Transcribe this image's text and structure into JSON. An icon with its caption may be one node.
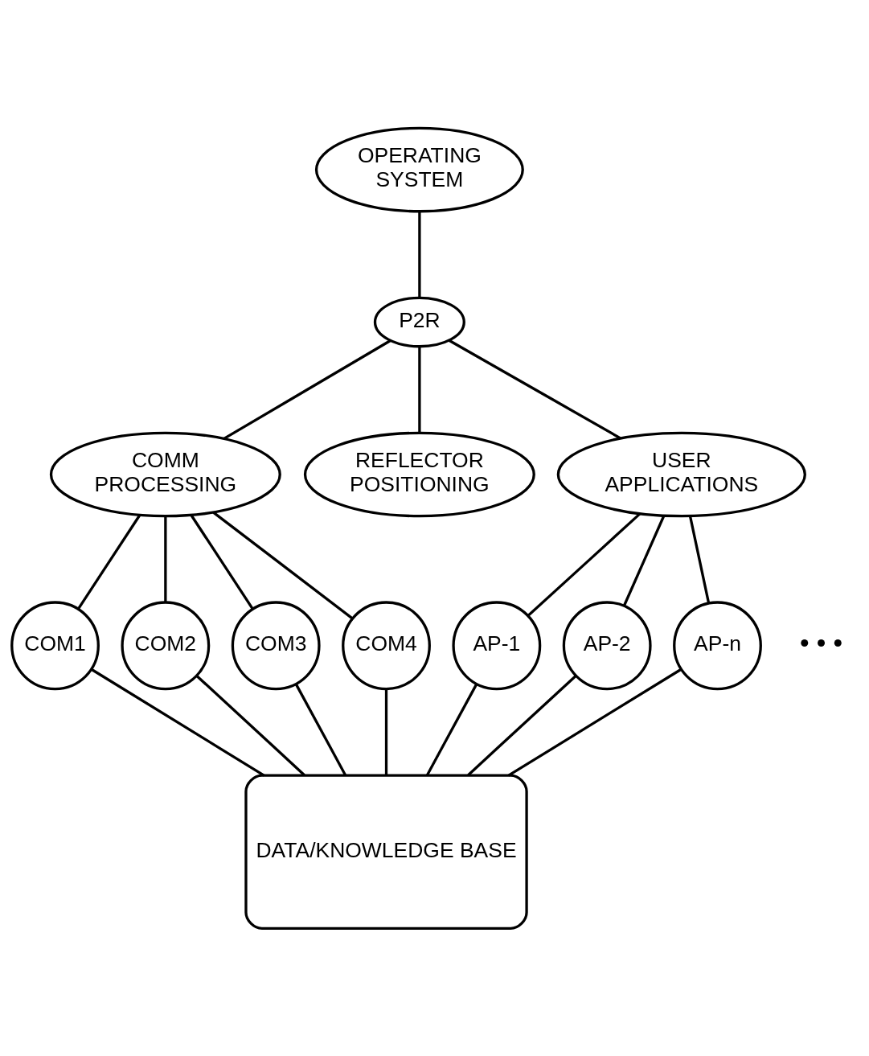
{
  "diagram": {
    "nodes": [
      {
        "text": [
          "OPERATING SYSTEM"
        ]
      },
      {
        "text": [
          "P2R"
        ]
      },
      {
        "text": [
          "COMM PROCESSING"
        ]
      },
      {
        "text": [
          "REFLECTOR POSITIONING"
        ]
      },
      {
        "text": [
          "USER APPLICATIONS"
        ]
      },
      {
        "text": [
          "COM1"
        ]
      },
      {
        "text": [
          "COM2"
        ]
      },
      {
        "text": [
          "COM3"
        ]
      },
      {
        "text": [
          "COM4"
        ]
      },
      {
        "text": [
          "AP-1"
        ]
      },
      {
        "text": [
          "AP-2"
        ]
      },
      {
        "text": [
          "AP-n"
        ]
      },
      {
        "text": [
          "DATA/KNOWLEDGE BASE"
        ]
      }
    ],
    "edges": [
      {
        "from": 0,
        "to": 1,
        "arrow": "none"
      },
      {
        "from": 1,
        "to": 2,
        "arrow": "none"
      },
      {
        "from": 1,
        "to": 3,
        "arrow": "none"
      },
      {
        "from": 1,
        "to": 4,
        "arrow": "none"
      },
      {
        "from": 2,
        "to": 5,
        "arrow": "none"
      },
      {
        "from": 2,
        "to": 6,
        "arrow": "none"
      },
      {
        "from": 2,
        "to": 7,
        "arrow": "none"
      },
      {
        "from": 2,
        "to": 8,
        "arrow": "none"
      },
      {
        "from": 4,
        "to": 9,
        "arrow": "none"
      },
      {
        "from": 4,
        "to": 10,
        "arrow": "none"
      },
      {
        "from": 4,
        "to": 11,
        "arrow": "none"
      },
      {
        "from": 5,
        "to": 12,
        "arrow": "none"
      },
      {
        "from": 6,
        "to": 12,
        "arrow": "none"
      },
      {
        "from": 7,
        "to": 12,
        "arrow": "none"
      },
      {
        "from": 8,
        "to": 12,
        "arrow": "none"
      },
      {
        "from": 9,
        "to": 12,
        "arrow": "none"
      },
      {
        "from": 10,
        "to": 12,
        "arrow": "none"
      },
      {
        "from": 11,
        "to": 12,
        "arrow": "none"
      }
    ],
    "labels": [
      "• • •"
    ]
  }
}
